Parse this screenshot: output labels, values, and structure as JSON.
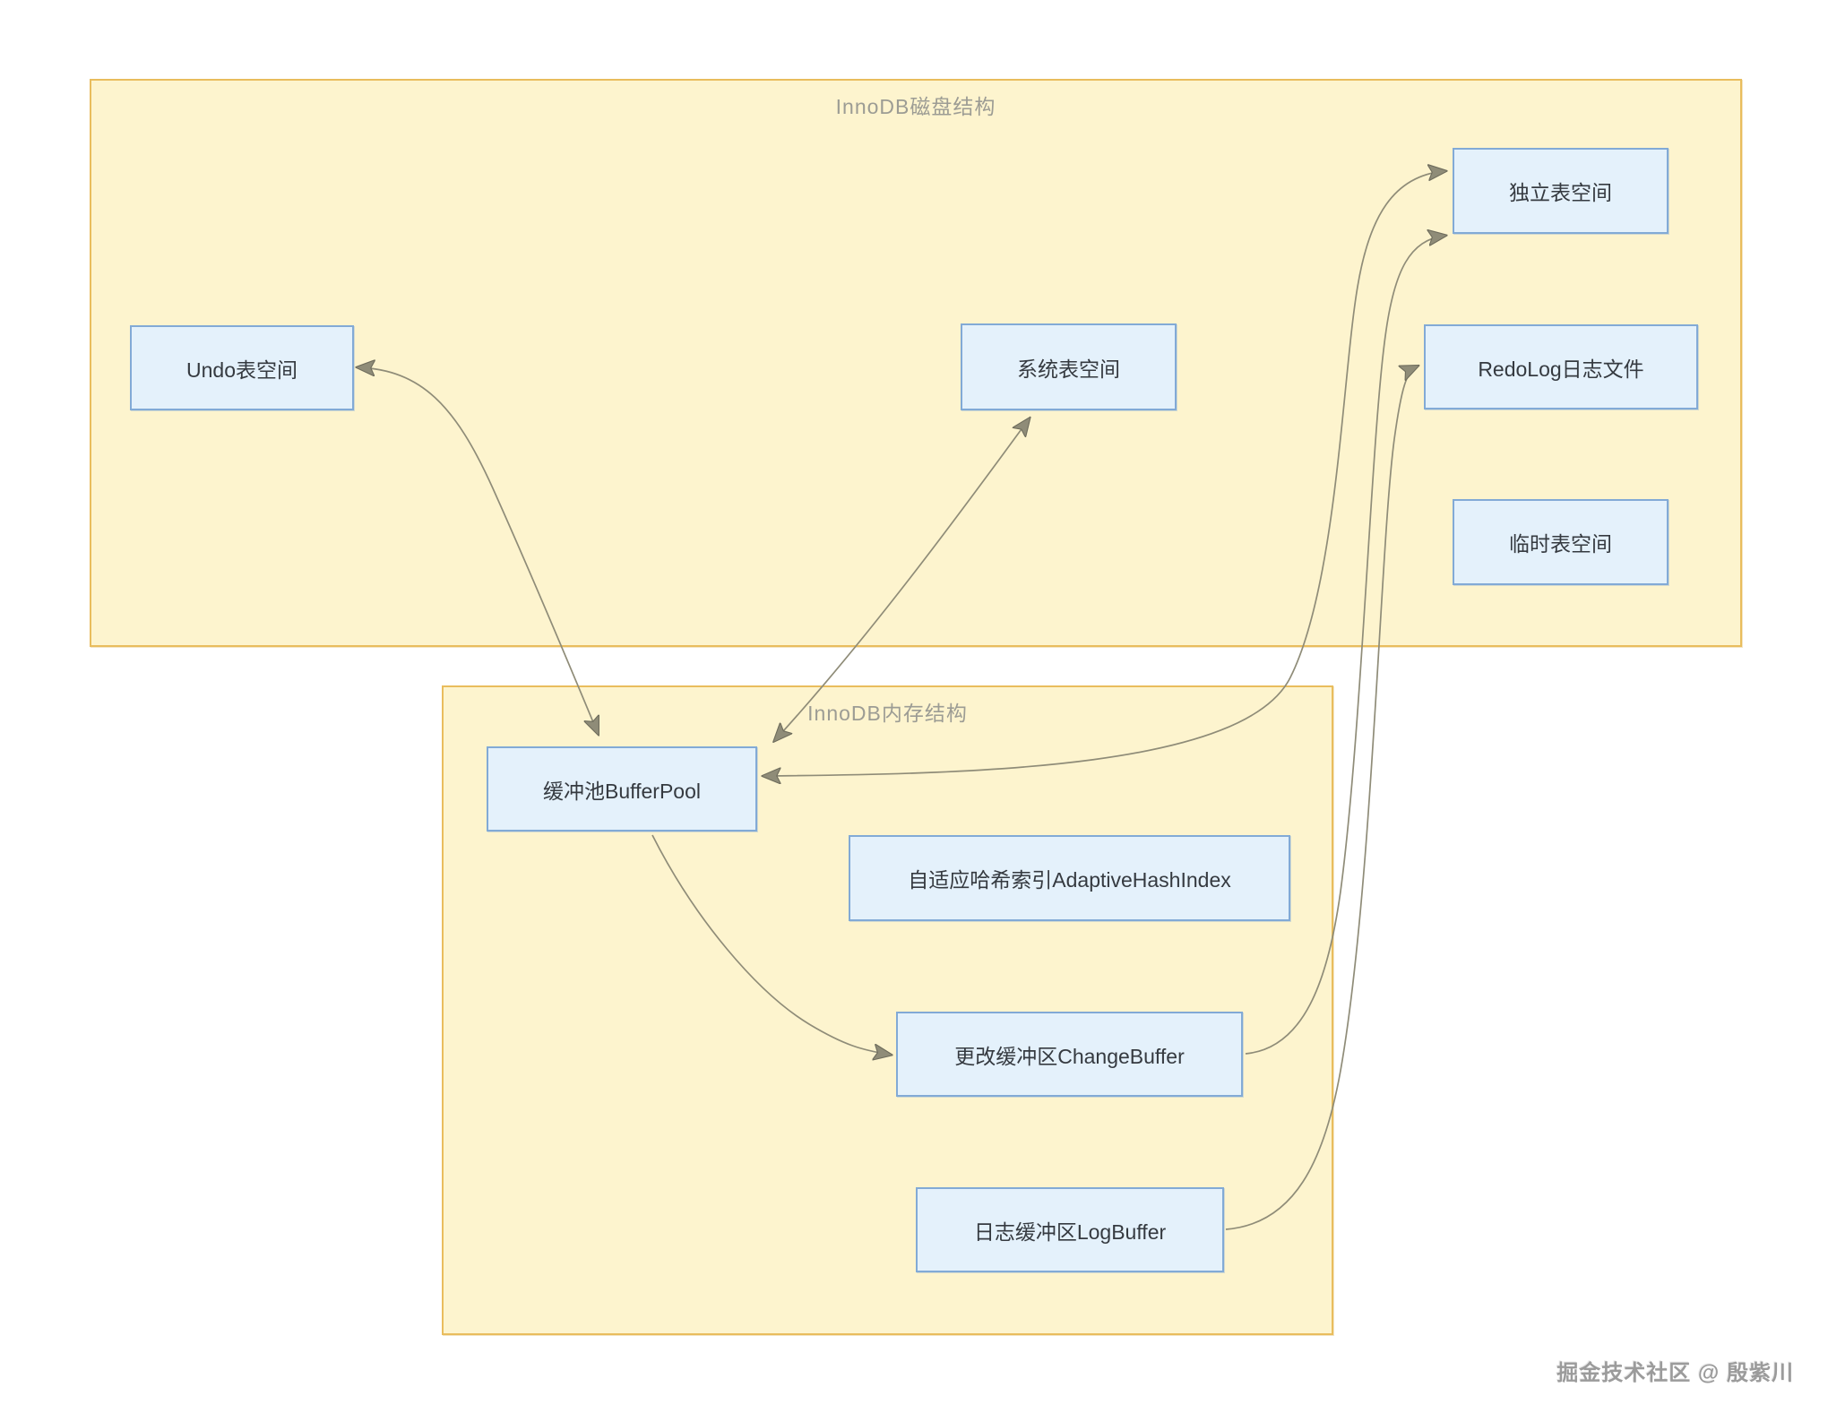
{
  "diagram": {
    "containers": [
      {
        "id": "disk",
        "title": "InnoDB磁盘结构"
      },
      {
        "id": "memory",
        "title": "InnoDB内存结构"
      }
    ],
    "nodes": [
      {
        "id": "undo",
        "label": "Undo表空间",
        "container": "disk"
      },
      {
        "id": "system",
        "label": "系统表空间",
        "container": "disk"
      },
      {
        "id": "file_per_table",
        "label": "独立表空间",
        "container": "disk"
      },
      {
        "id": "redolog",
        "label": "RedoLog日志文件",
        "container": "disk"
      },
      {
        "id": "temp",
        "label": "临时表空间",
        "container": "disk"
      },
      {
        "id": "bufferpool",
        "label": "缓冲池BufferPool",
        "container": "memory"
      },
      {
        "id": "ahi",
        "label": "自适应哈希索引AdaptiveHashIndex",
        "container": "memory"
      },
      {
        "id": "changebuffer",
        "label": "更改缓冲区ChangeBuffer",
        "container": "memory"
      },
      {
        "id": "logbuffer",
        "label": "日志缓冲区LogBuffer",
        "container": "memory"
      }
    ],
    "edges": [
      {
        "from": "bufferpool",
        "to": "undo",
        "bidirectional": true
      },
      {
        "from": "bufferpool",
        "to": "system",
        "bidirectional": true
      },
      {
        "from": "bufferpool",
        "to": "file_per_table",
        "bidirectional": true
      },
      {
        "from": "bufferpool",
        "to": "changebuffer",
        "bidirectional": false
      },
      {
        "from": "changebuffer",
        "to": "file_per_table",
        "bidirectional": false
      },
      {
        "from": "logbuffer",
        "to": "redolog",
        "bidirectional": false
      }
    ],
    "watermark": "掘金技术社区 @ 殷紫川",
    "colors": {
      "container_fill": "#fdf4ce",
      "container_border": "#e9bd5d",
      "container_title": "#9c9c94",
      "node_fill": "#e4f1fb",
      "node_border": "#82aad6",
      "node_text": "#353a40",
      "edge": "#8f8c78",
      "watermark_text": "#9b9b9b",
      "page_background": "#ffffff"
    }
  }
}
